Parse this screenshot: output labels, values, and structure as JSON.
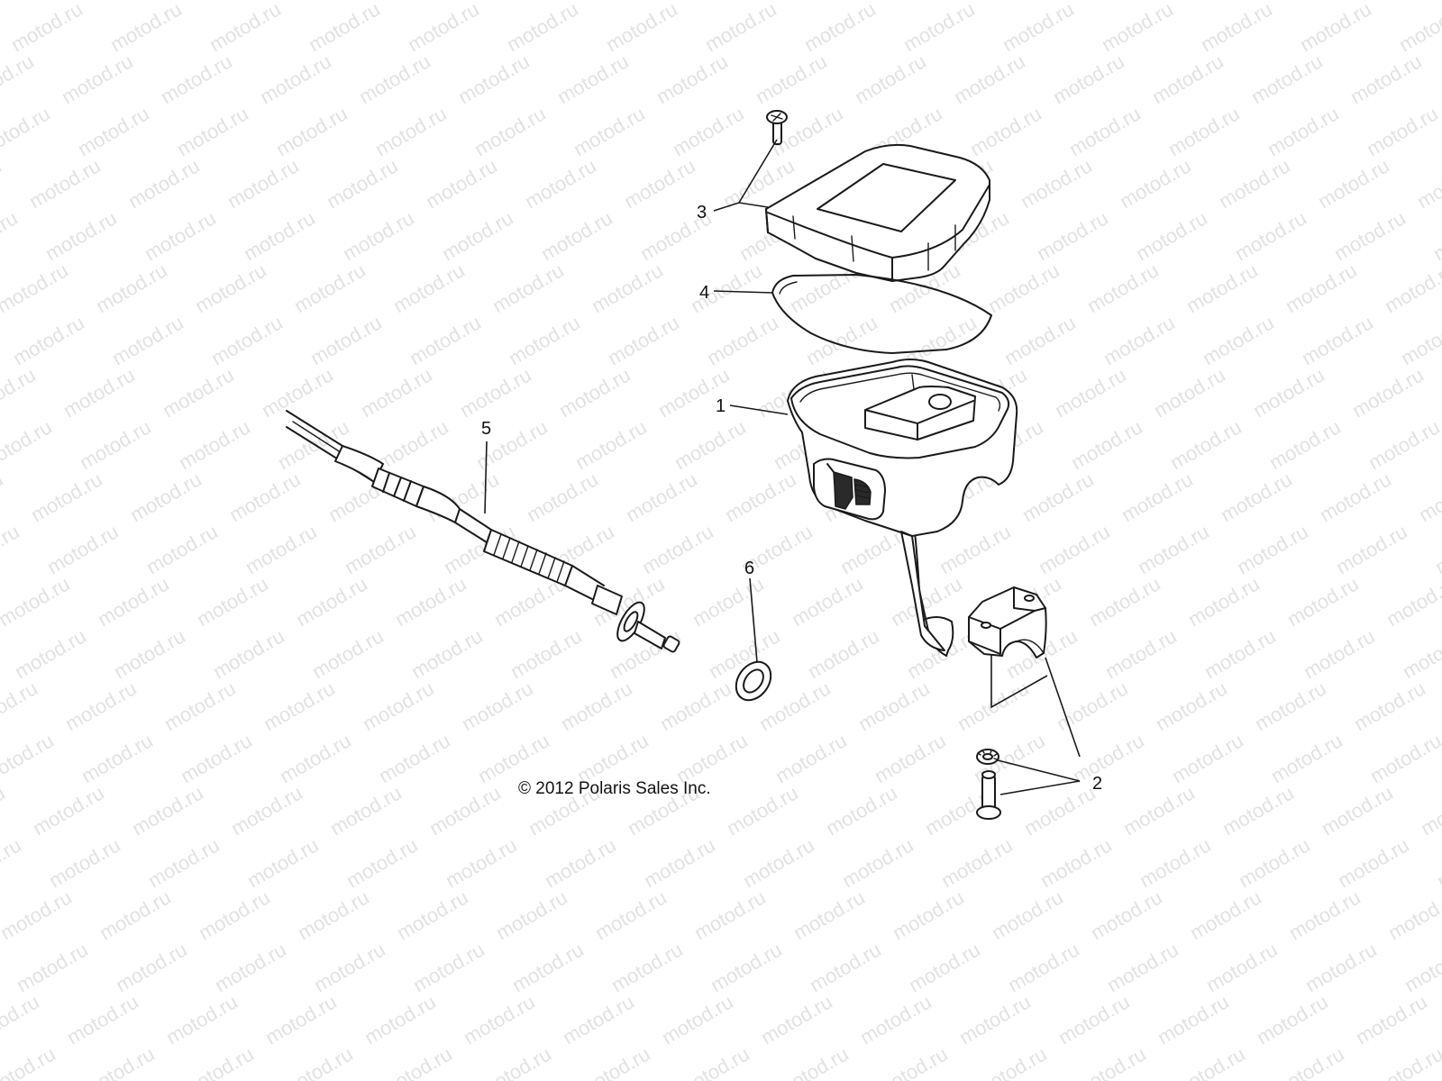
{
  "watermark": {
    "text": "motod.ru"
  },
  "copyright": "© 2012 Polaris Sales Inc.",
  "callouts": [
    {
      "id": "1",
      "label": "1"
    },
    {
      "id": "2",
      "label": "2"
    },
    {
      "id": "3",
      "label": "3"
    },
    {
      "id": "4",
      "label": "4"
    },
    {
      "id": "5",
      "label": "5"
    },
    {
      "id": "6",
      "label": "6"
    }
  ]
}
